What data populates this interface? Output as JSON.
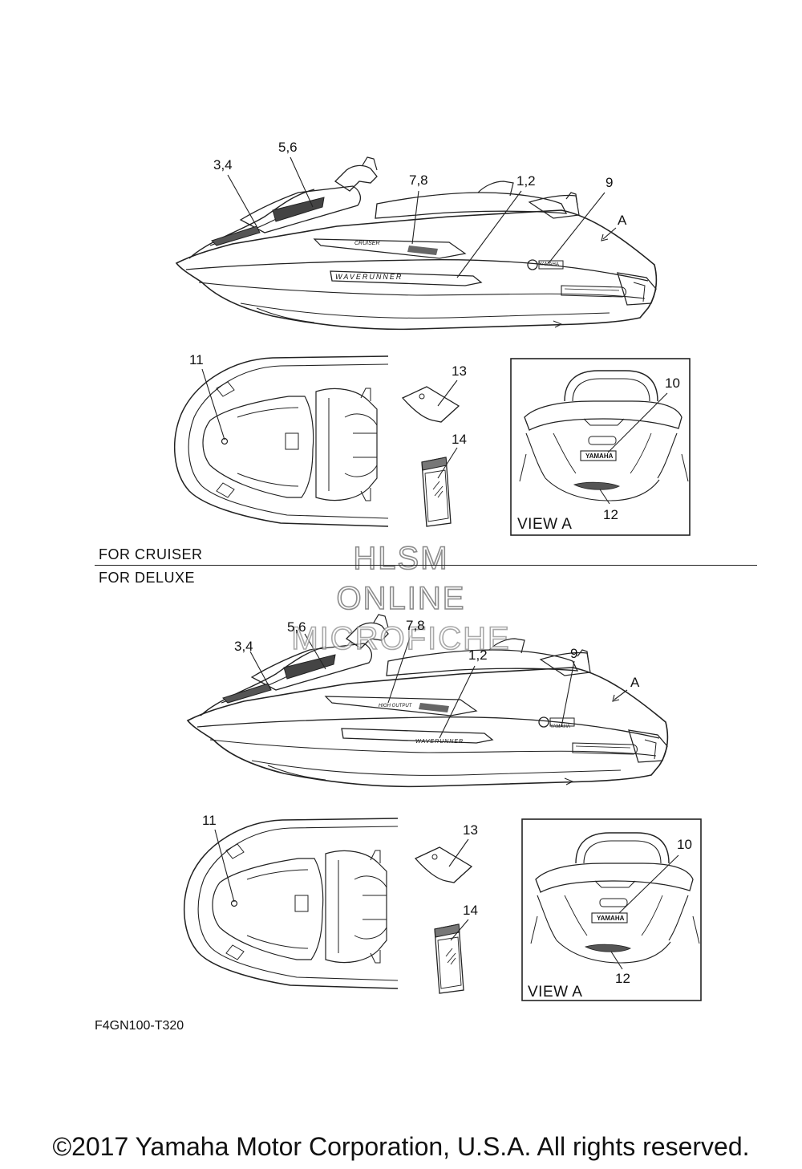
{
  "sections": [
    {
      "label": "FOR CRUISER",
      "callouts": [
        "3,4",
        "5,6",
        "7,8",
        "1,2",
        "9",
        "A",
        "11",
        "13",
        "14",
        "10",
        "12"
      ],
      "view_label": "VIEW A",
      "side_decals": {
        "lower": "WAVERUNNER",
        "upper": "CRUISER",
        "badge": "YAMAHA"
      },
      "rear_decal": "YAMAHA"
    },
    {
      "label": "FOR DELUXE",
      "callouts": [
        "3,4",
        "5,6",
        "7,8",
        "1,2",
        "9",
        "A",
        "11",
        "13",
        "14",
        "10",
        "12"
      ],
      "view_label": "VIEW A",
      "side_decals": {
        "lower": "WAVERUNNER",
        "upper": "HIGH OUTPUT",
        "badge": "YAMAHA"
      },
      "rear_decal": "YAMAHA"
    }
  ],
  "watermark": [
    "HLSM",
    "ONLINE",
    "MICROFICHE"
  ],
  "diagram_code": "F4GN100-T320",
  "copyright": "©2017 Yamaha Motor Corporation, U.S.A. All rights reserved."
}
